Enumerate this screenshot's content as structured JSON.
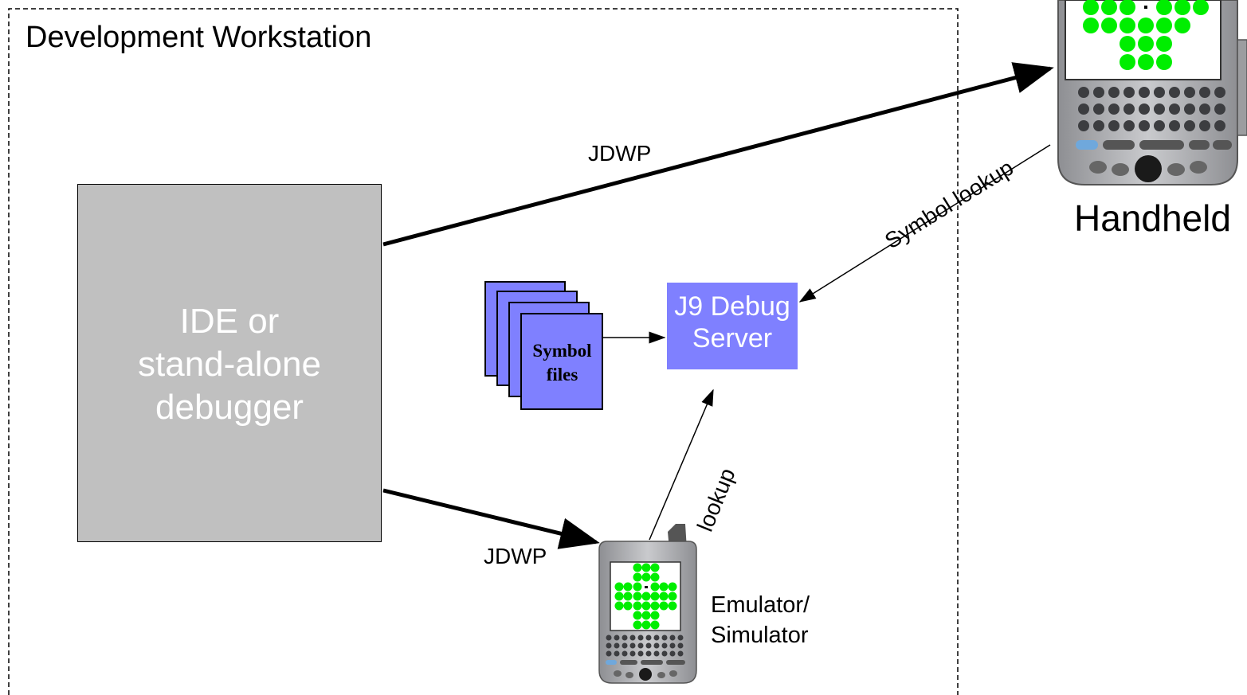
{
  "workstation": {
    "label": "Development Workstation"
  },
  "ide": {
    "lines": [
      "IDE or",
      "stand-alone",
      "debugger"
    ]
  },
  "server": {
    "lines": [
      "J9 Debug",
      "Server"
    ]
  },
  "symbol_files": {
    "lines": [
      "Symbol",
      "files"
    ]
  },
  "connections": {
    "jdwp_top": "JDWP",
    "jdwp_bottom": "JDWP",
    "symbol_lookup": "Symbol lookup",
    "lookup": "lookup"
  },
  "handheld": {
    "label": "Handheld"
  },
  "emulator": {
    "lines": [
      "Emulator/",
      "Simulator"
    ]
  },
  "colors": {
    "ide_box": "#c0c0c0",
    "server_box": "#7f80ff",
    "symbol_file": "#7f80ff",
    "pda_screen_dot": "#00ee00",
    "pda_body": "#a9aaad"
  }
}
